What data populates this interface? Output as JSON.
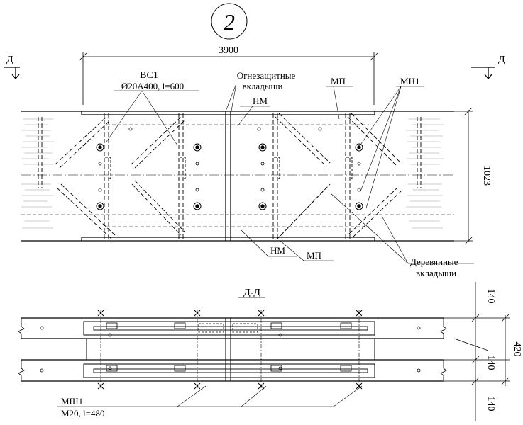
{
  "sheet_number": "2",
  "dimensions": {
    "length": "3900",
    "height": "1023",
    "d1": "140",
    "d2": "140",
    "d3": "140",
    "d_total": "420"
  },
  "section_marks": {
    "left": "Д",
    "right": "Д"
  },
  "section_title": "Д-Д",
  "labels": {
    "vs1_line1": "ВС1",
    "vs1_line2": "Ø20А400, l=600",
    "fire_line1": "Огнезащитные",
    "fire_line2": "вкладыши",
    "nm_top": "НМ",
    "mp_top": "МП",
    "mn1": "МН1",
    "nm_bottom": "НМ",
    "mp_bottom": "МП",
    "wood_line1": "Деревянные",
    "wood_line2": "вкладыши",
    "msh1_line1": "МШ1",
    "msh1_line2": "М20, l=480"
  }
}
